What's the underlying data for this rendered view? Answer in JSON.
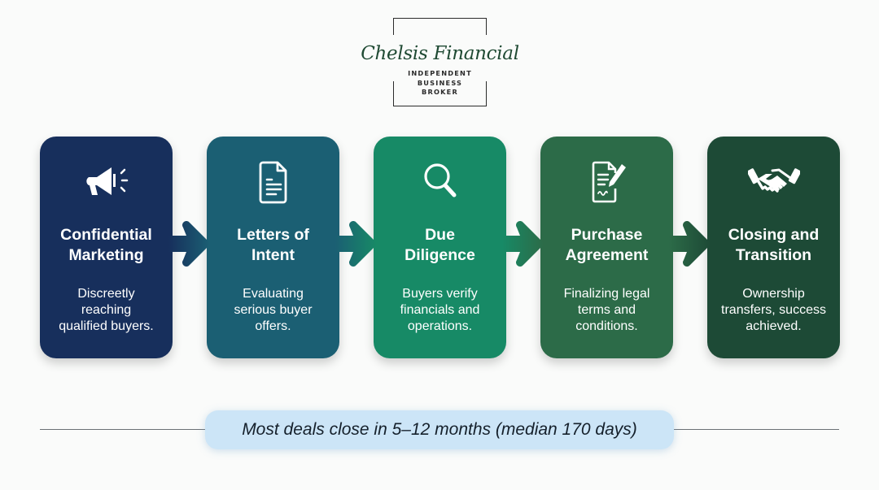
{
  "logo": {
    "name": "Chelsis Financial",
    "tagline_lines": [
      "INDEPENDENT",
      "BUSINESS",
      "BROKER"
    ],
    "name_color": "#1f4a33"
  },
  "steps": [
    {
      "title": "Confidential Marketing",
      "title_lines": [
        "Confidential",
        "Marketing"
      ],
      "description": "Discreetly reaching qualified buyers.",
      "desc_lines": [
        "Discreetly",
        "reaching",
        "qualified buyers."
      ],
      "icon": "megaphone-icon",
      "color": "#172f5c"
    },
    {
      "title": "Letters of Intent",
      "title_lines": [
        "Letters of",
        "Intent"
      ],
      "description": "Evaluating serious buyer offers.",
      "desc_lines": [
        "Evaluating",
        "serious buyer",
        "offers."
      ],
      "icon": "document-icon",
      "color": "#1b5f73"
    },
    {
      "title": "Due Diligence",
      "title_lines": [
        "Due",
        "Diligence"
      ],
      "description": "Buyers verify financials and operations.",
      "desc_lines": [
        "Buyers verify",
        "financials and",
        "operations."
      ],
      "icon": "magnifier-icon",
      "color": "#178a66"
    },
    {
      "title": "Purchase Agreement",
      "title_lines": [
        "Purchase",
        "Agreement"
      ],
      "description": "Finalizing legal terms and conditions.",
      "desc_lines": [
        "Finalizing legal",
        "terms and",
        "conditions."
      ],
      "icon": "signed-contract-icon",
      "color": "#2c6b48"
    },
    {
      "title": "Closing and Transition",
      "title_lines": [
        "Closing and",
        "Transition"
      ],
      "description": "Ownership transfers, success achieved.",
      "desc_lines": [
        "Ownership",
        "transfers, success",
        "achieved."
      ],
      "icon": "handshake-icon",
      "color": "#1d4a36"
    }
  ],
  "footer": {
    "note": "Most deals close in 5–12 months (median 170 days)",
    "banner_color": "#cce5f7"
  }
}
